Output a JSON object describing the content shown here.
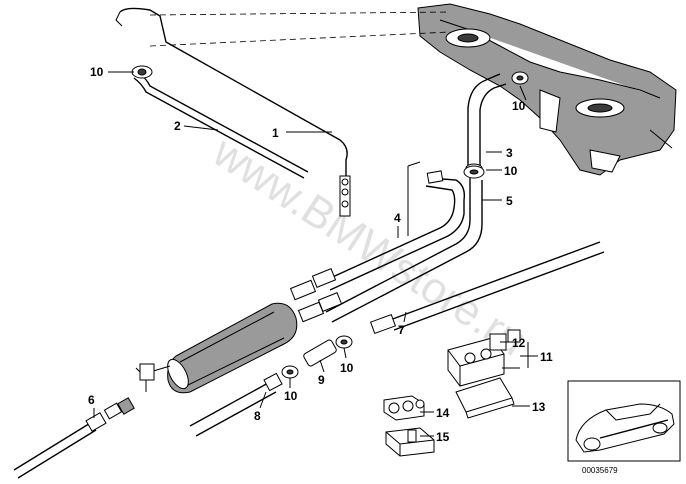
{
  "watermark": "www.BMWstore.ru",
  "part_number": "00035679",
  "callouts": {
    "c1": "1",
    "c2": "2",
    "c3": "3",
    "c4": "4",
    "c5": "5",
    "c6": "6",
    "c7": "7",
    "c8": "8",
    "c9": "9",
    "c10a": "10",
    "c10b": "10",
    "c10c": "10",
    "c10d": "10",
    "c10e": "10",
    "c11": "11",
    "c12": "12",
    "c13": "13",
    "c14": "14",
    "c15": "15"
  }
}
